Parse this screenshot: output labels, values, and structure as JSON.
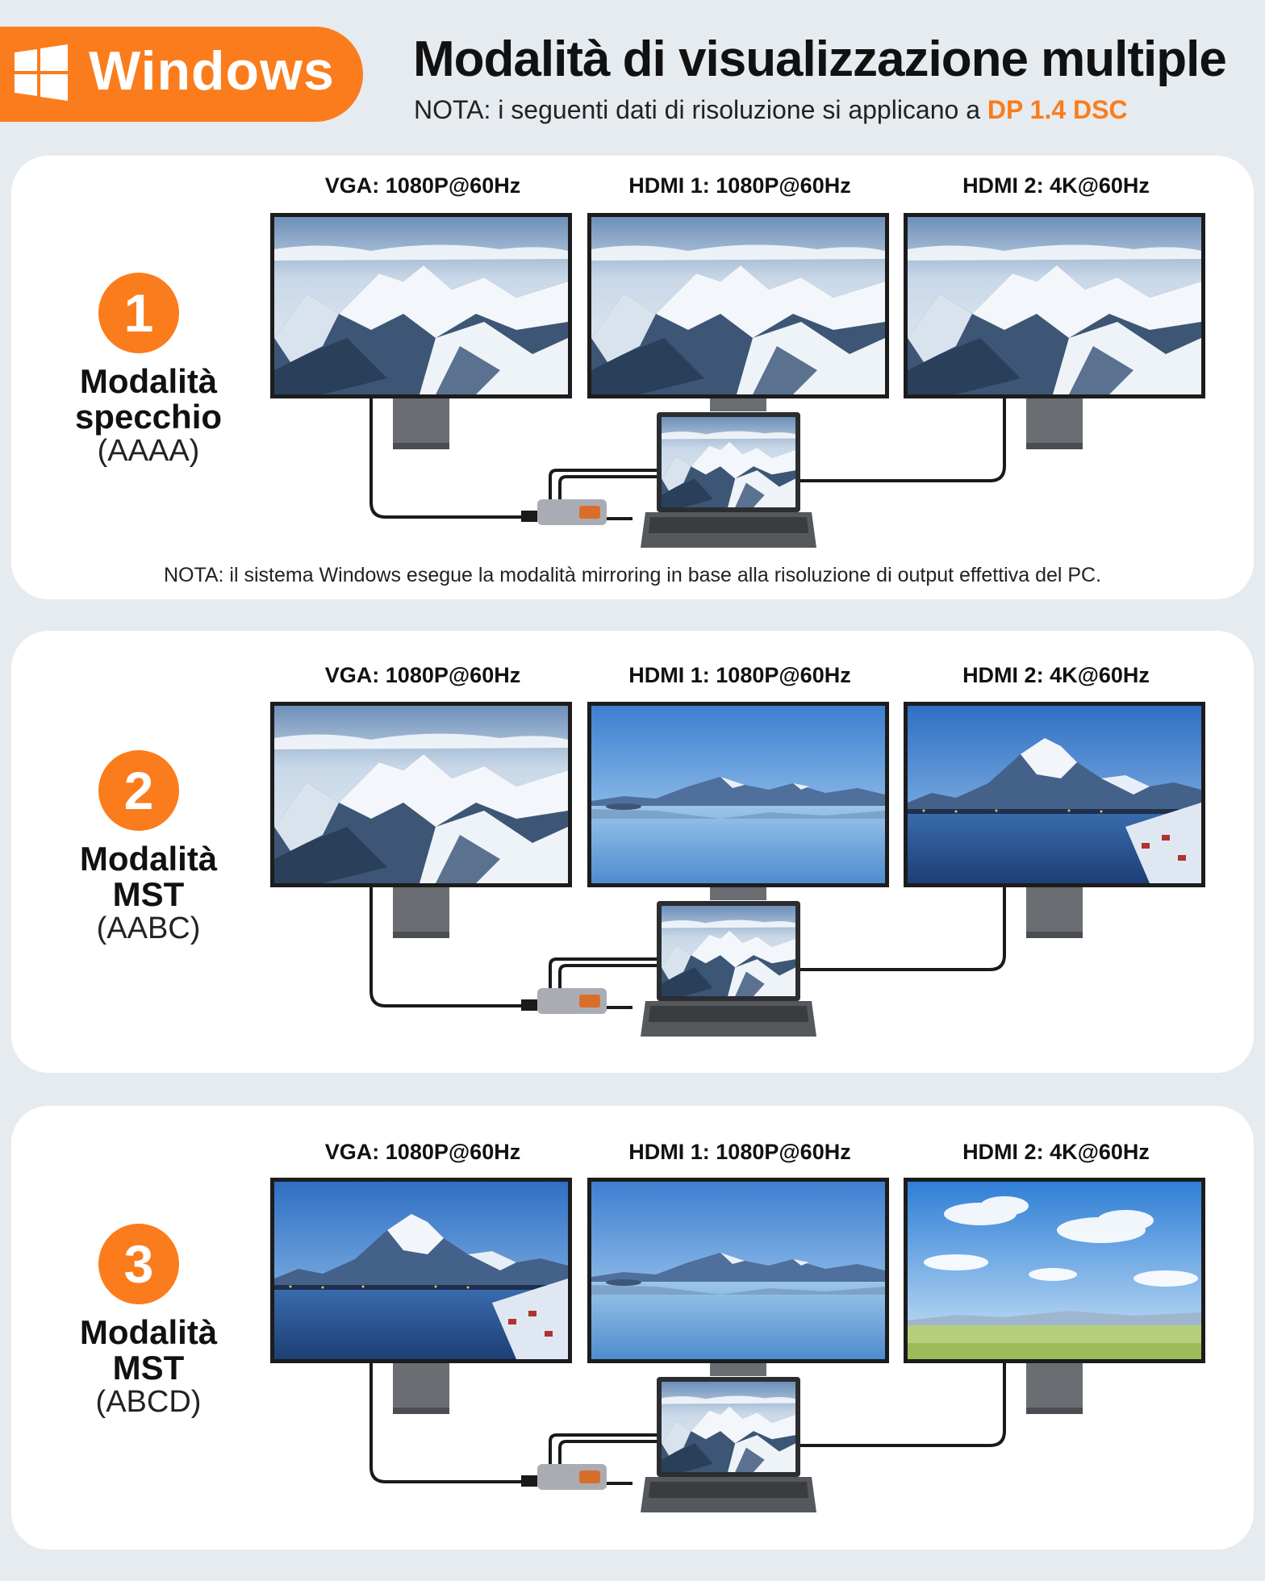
{
  "header": {
    "badge_label": "Windows",
    "badge_icon": "windows-logo-icon",
    "title": "Modalità di visualizzazione multiple",
    "note_prefix": "NOTA: i seguenti dati di risoluzione si applicano a ",
    "note_highlight": "DP 1.4 DSC"
  },
  "colors": {
    "accent": "#fb7c1c",
    "background": "#e6ebf0",
    "panel": "#ffffff"
  },
  "modes": [
    {
      "number": "1",
      "name_line1": "Modalità",
      "name_line2": "specchio",
      "code": "(AAAA)",
      "ports": [
        "VGA: 1080P@60Hz",
        "HDMI 1: 1080P@60Hz",
        "HDMI 2: 4K@60Hz"
      ],
      "screens": [
        "snow-mountains",
        "snow-mountains",
        "snow-mountains"
      ],
      "note": "NOTA: il sistema Windows esegue la modalità mirroring in base alla risoluzione di output effettiva del PC."
    },
    {
      "number": "2",
      "name_line1": "Modalità",
      "name_line2": "MST",
      "code": "(AABC)",
      "ports": [
        "VGA: 1080P@60Hz",
        "HDMI 1: 1080P@60Hz",
        "HDMI 2: 4K@60Hz"
      ],
      "screens": [
        "snow-mountains",
        "lake-mountains",
        "fjord-village"
      ]
    },
    {
      "number": "3",
      "name_line1": "Modalità",
      "name_line2": "MST",
      "code": "(ABCD)",
      "ports": [
        "VGA: 1080P@60Hz",
        "HDMI 1: 1080P@60Hz",
        "HDMI 2: 4K@60Hz"
      ],
      "screens": [
        "fjord-village",
        "lake-mountains",
        "sky-clouds"
      ]
    }
  ]
}
